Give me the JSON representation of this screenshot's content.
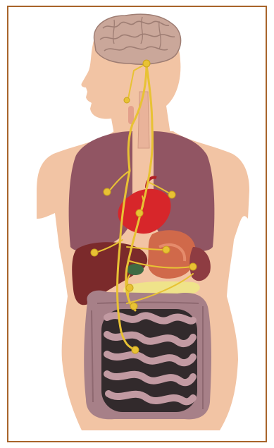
{
  "figure": {
    "palette": {
      "frame": "#a8642a",
      "skin": "#f2c4a4",
      "brain": "#caa79a",
      "lung": "#915563",
      "heart": "#d7262a",
      "liver": "#7b2a2b",
      "stomach": "#d0694a",
      "small_intestine": "#c29aa2",
      "large_intestine": "#a78088",
      "nerve": "#e8c234"
    },
    "structures": [
      "brain",
      "vagus-nerve",
      "lungs",
      "heart",
      "liver",
      "stomach",
      "gallbladder",
      "pancreas",
      "small-intestine",
      "large-intestine"
    ]
  }
}
